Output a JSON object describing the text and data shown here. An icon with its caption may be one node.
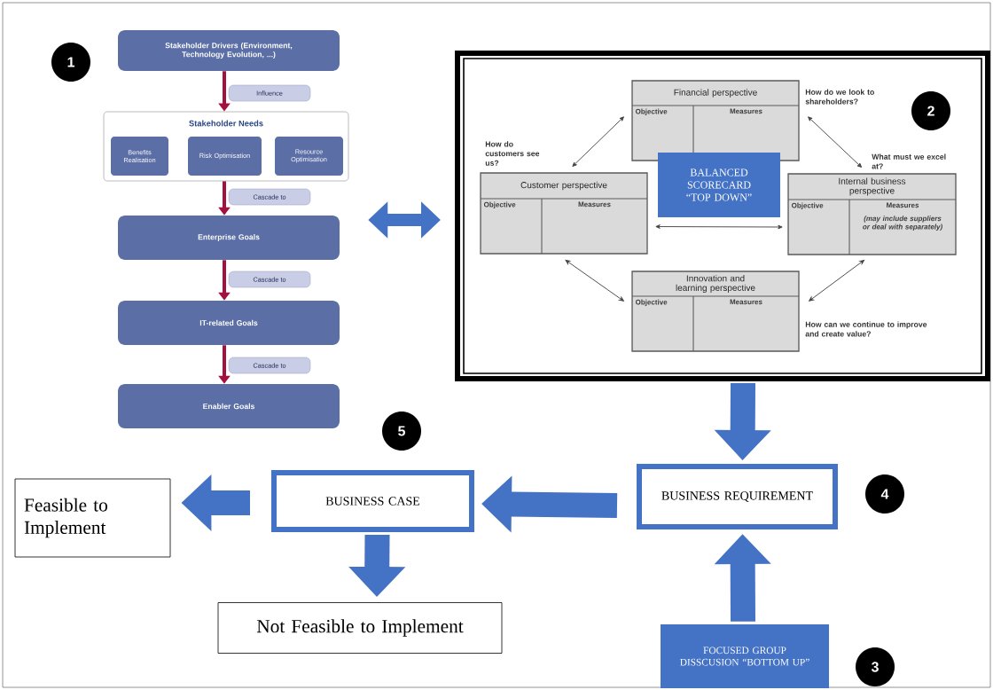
{
  "diagram": {
    "nodes": [
      {
        "text": [
          "Stakeholder Drivers (Environment, Technology Evolution, ...)"
        ]
      },
      {
        "text": [
          "Stakeholder Needs"
        ]
      },
      {
        "text": [
          "Benefits Realisation"
        ],
        "in": 1
      },
      {
        "text": [
          "Risk Optimisation"
        ],
        "in": 1
      },
      {
        "text": [
          "Resource Optimisation"
        ],
        "in": 1
      },
      {
        "text": [
          "Enterprise Goals"
        ]
      },
      {
        "text": [
          "IT-related Goals"
        ]
      },
      {
        "text": [
          "Enabler Goals"
        ]
      },
      {
        "text": [],
        "shape": "box"
      },
      {
        "text": [
          "Financial perspective",
          "Objective",
          "Measures"
        ],
        "in": 8,
        "beside": [
          "How do we look to shareholders?"
        ]
      },
      {
        "text": [
          "Customer perspective",
          "Objective",
          "Measures"
        ],
        "in": 8,
        "beside": [
          "How do customers see us?"
        ]
      },
      {
        "text": [
          "BALANCED SCORECARD “TOP DOWN”"
        ],
        "in": 8
      },
      {
        "text": [
          "Internal business perspective",
          "Objective",
          "Measures",
          "(may include suppliers or deal with separately)"
        ],
        "in": 8,
        "beside": [
          "What must we excel at?"
        ]
      },
      {
        "text": [
          "Innovation and learning perspective",
          "Objective",
          "Measures"
        ],
        "in": 8,
        "beside": [
          "How can we continue to improve and create value?"
        ]
      },
      {
        "text": [
          "BUSINESS REQUIREMENT"
        ]
      },
      {
        "text": [
          "BUSINESS CASE"
        ]
      },
      {
        "text": [
          "Feasible to Implement"
        ]
      },
      {
        "text": [
          "Not Feasible to Implement"
        ]
      },
      {
        "text": [
          "FOCUSED GROUP DISSCUSION “BOTTOM UP”"
        ]
      }
    ],
    "edges": [
      {
        "from": 0,
        "to": 1,
        "arrow": "to",
        "label": "Influence",
        "color": "#a3123f"
      },
      {
        "from": 1,
        "to": 5,
        "arrow": "to",
        "label": "Cascade to",
        "color": "#a3123f"
      },
      {
        "from": 5,
        "to": 6,
        "arrow": "to",
        "label": "Cascade to",
        "color": "#a3123f"
      },
      {
        "from": 6,
        "to": 7,
        "arrow": "to",
        "label": "Cascade to",
        "color": "#a3123f"
      },
      {
        "from": 5,
        "to": 8,
        "arrow": "both",
        "color": "#4472c4",
        "style": "thick"
      },
      {
        "from": 10,
        "to": 9,
        "arrow": "both",
        "color": "#444444"
      },
      {
        "from": 9,
        "to": 12,
        "arrow": "both",
        "color": "#444444"
      },
      {
        "from": 10,
        "to": 13,
        "arrow": "both",
        "color": "#444444"
      },
      {
        "from": 12,
        "to": 13,
        "arrow": "both",
        "color": "#444444"
      },
      {
        "from": 10,
        "to": 12,
        "arrow": "both",
        "color": "#444444"
      },
      {
        "from": 8,
        "to": 14,
        "arrow": "to",
        "color": "#4472c4",
        "style": "thick"
      },
      {
        "from": 18,
        "to": 14,
        "arrow": "to",
        "color": "#4472c4",
        "style": "thick"
      },
      {
        "from": 14,
        "to": 15,
        "arrow": "to",
        "color": "#4472c4",
        "style": "thick"
      },
      {
        "from": 15,
        "to": 16,
        "arrow": "to",
        "color": "#4472c4",
        "style": "thick"
      },
      {
        "from": 15,
        "to": 17,
        "arrow": "to",
        "color": "#4472c4",
        "style": "thick"
      }
    ],
    "labels": [
      "1",
      "2",
      "5",
      "4",
      "3"
    ]
  }
}
